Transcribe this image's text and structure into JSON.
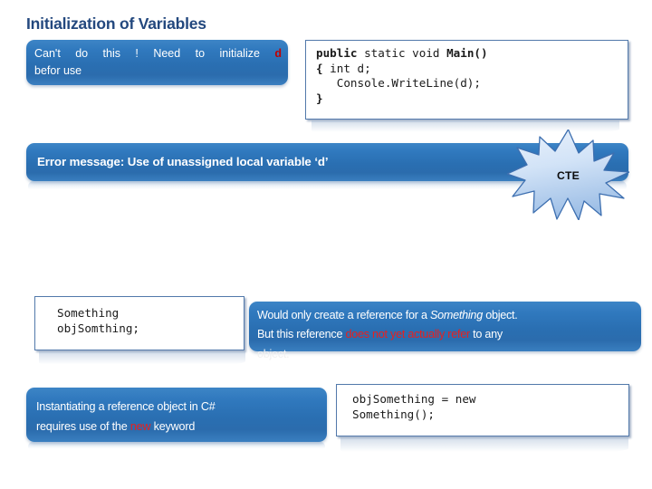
{
  "slide": {
    "title": "Initialization of Variables",
    "title_color": "#23487E",
    "accent_blue": "#2E75B6",
    "code_border": "#5279AB",
    "red": "#C00000",
    "red_bright": "#E8201E",
    "background": "#FFFFFF"
  },
  "cant_box": {
    "line1": "Can't  do  this  !  Need  to  initialize ",
    "highlight": "d",
    "line2": "befor use"
  },
  "code_main": {
    "line1_kw": "public",
    "line1_rest": " static void ",
    "line1_fn": "Main()",
    "line2_brace": "{",
    "line2_rest": " int d;",
    "line3": "   Console.WriteLine(d);",
    "line4": "}"
  },
  "error_bar": {
    "text": "Error message: Use of unassigned local variable ‘d’"
  },
  "cte": {
    "label": "CTE",
    "fill_light": "#DCE9F7",
    "fill_dark": "#A8C6E8",
    "stroke": "#3D6FB0"
  },
  "code_something": {
    "line1": "Something",
    "line2": "objSomthing;"
  },
  "would_only_box": {
    "l1_a": "Would only create a reference for a ",
    "l1_italic": "Something",
    "l1_b": " object.",
    "l2_a": "But this reference ",
    "l2_red": "does not yet actually refer",
    "l2_b": " to any",
    "l3_overflow": "object."
  },
  "instantiating_box": {
    "line1": "Instantiating a reference object in C#",
    "line2_a": "requires use of the ",
    "line2_kw": "new",
    "line2_b": " keyword"
  },
  "code_new": {
    "line1": "objSomething = new",
    "line2": "Something();"
  }
}
